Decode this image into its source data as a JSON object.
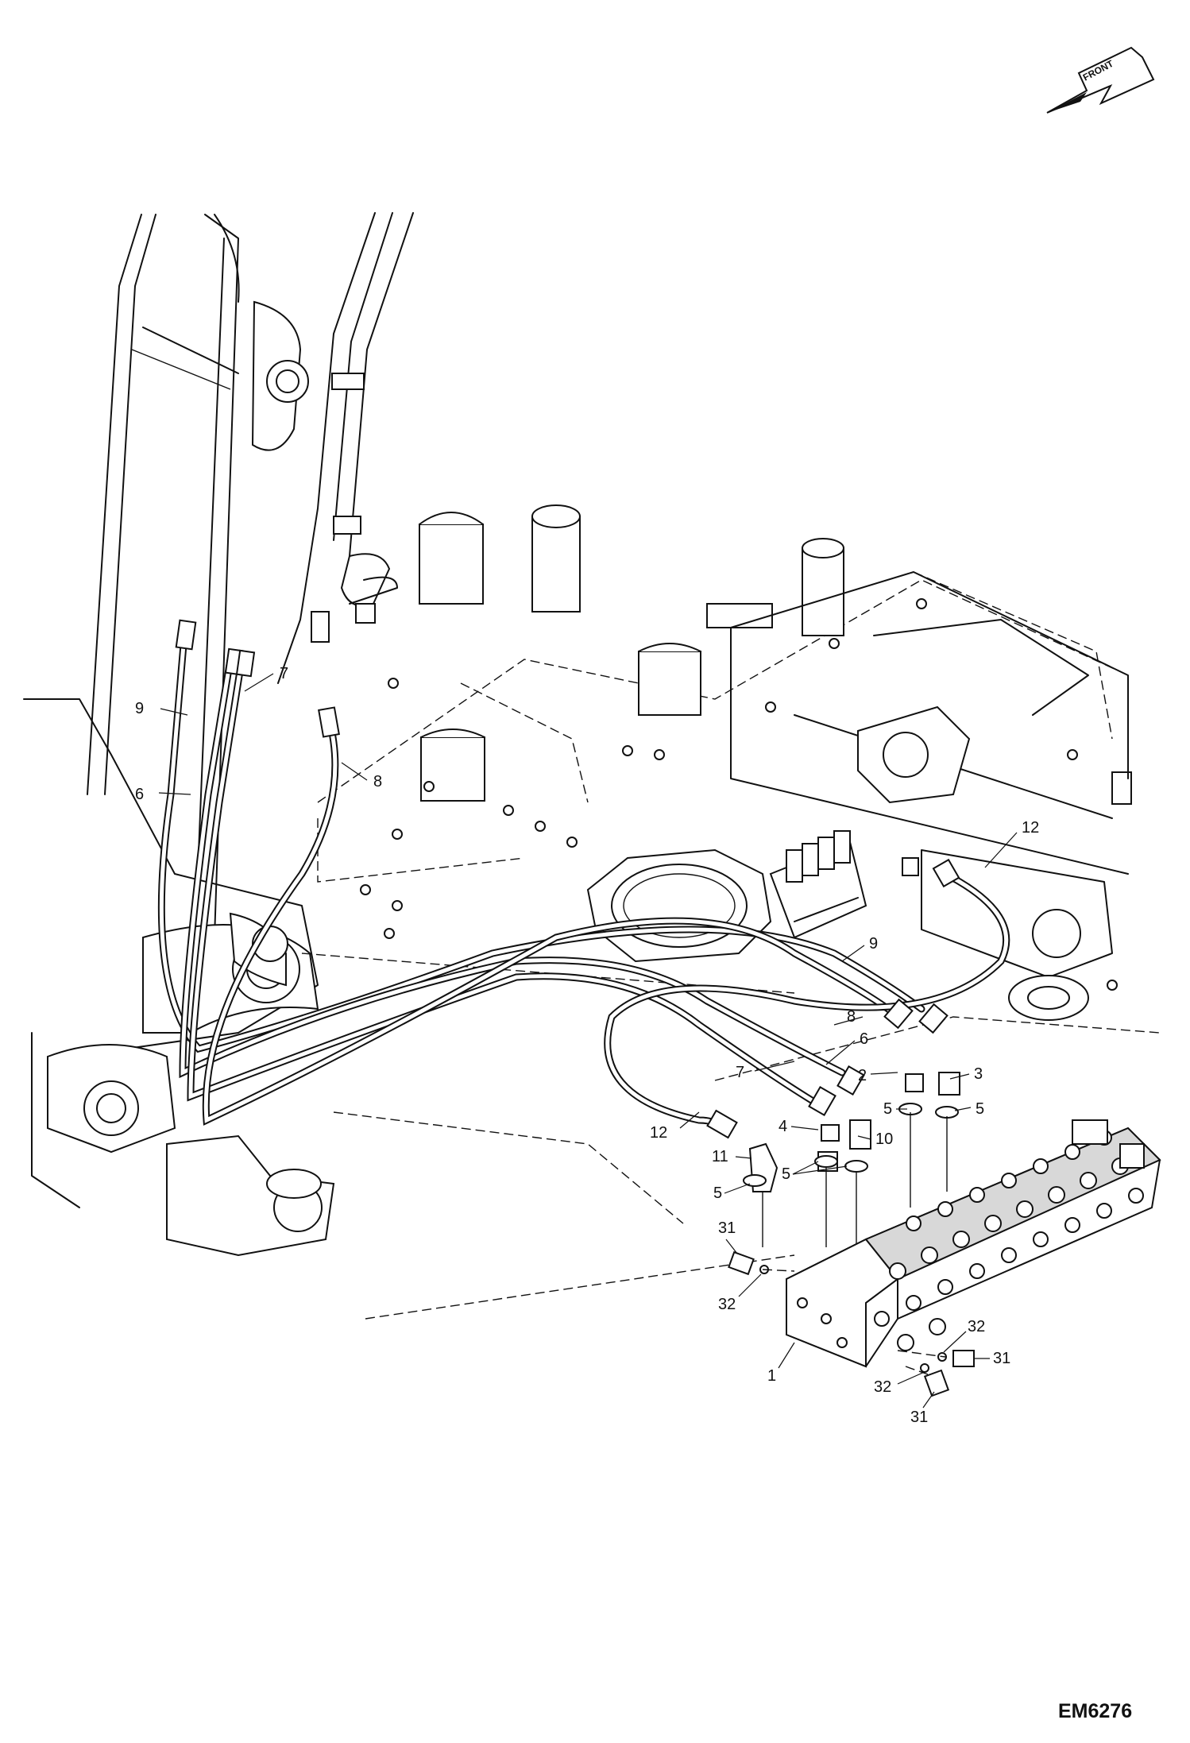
{
  "orientation_label": "FRONT",
  "figure_code": "EM6276",
  "callouts": [
    "1",
    "2",
    "3",
    "4",
    "5",
    "6",
    "7",
    "8",
    "9",
    "10",
    "11",
    "12",
    "31",
    "32"
  ],
  "colors": {
    "ink": "#111111",
    "paper": "#ffffff",
    "shade": "#d8d8d8"
  }
}
